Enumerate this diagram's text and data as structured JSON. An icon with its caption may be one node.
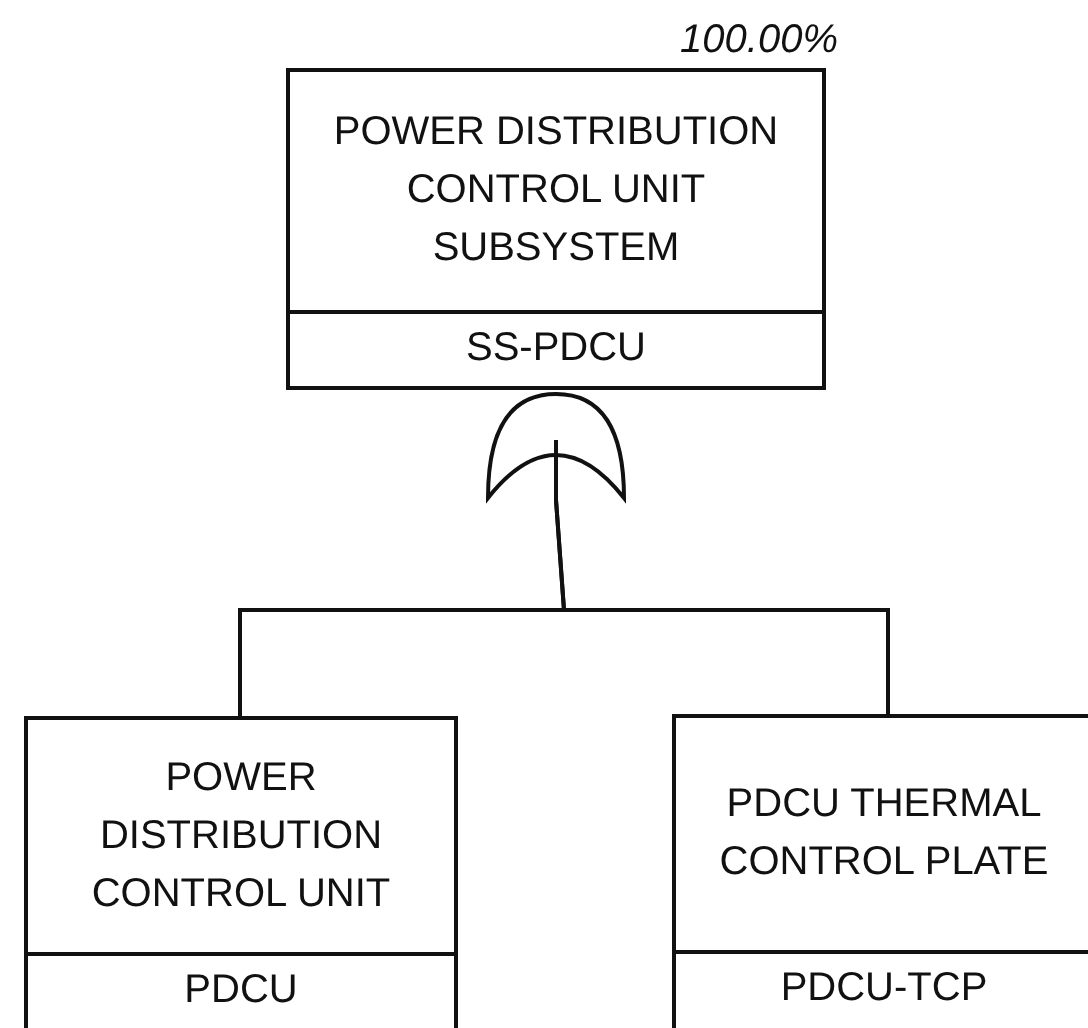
{
  "diagram": {
    "nodes": [
      {
        "text": [
          "POWER DISTRIBUTION CONTROL UNIT SUBSYSTEM",
          "SS-PDCU"
        ],
        "beside": [
          "100.00%"
        ]
      },
      {
        "text": [],
        "shape": "gate"
      },
      {
        "text": [
          "POWER DISTRIBUTION CONTROL UNIT",
          "PDCU"
        ]
      },
      {
        "text": [
          "PDCU THERMAL CONTROL PLATE",
          "PDCU-TCP"
        ]
      }
    ],
    "edges": [
      {
        "from": 1,
        "to": 2,
        "arrow": "none"
      },
      {
        "from": 1,
        "to": 3,
        "arrow": "none"
      }
    ]
  }
}
